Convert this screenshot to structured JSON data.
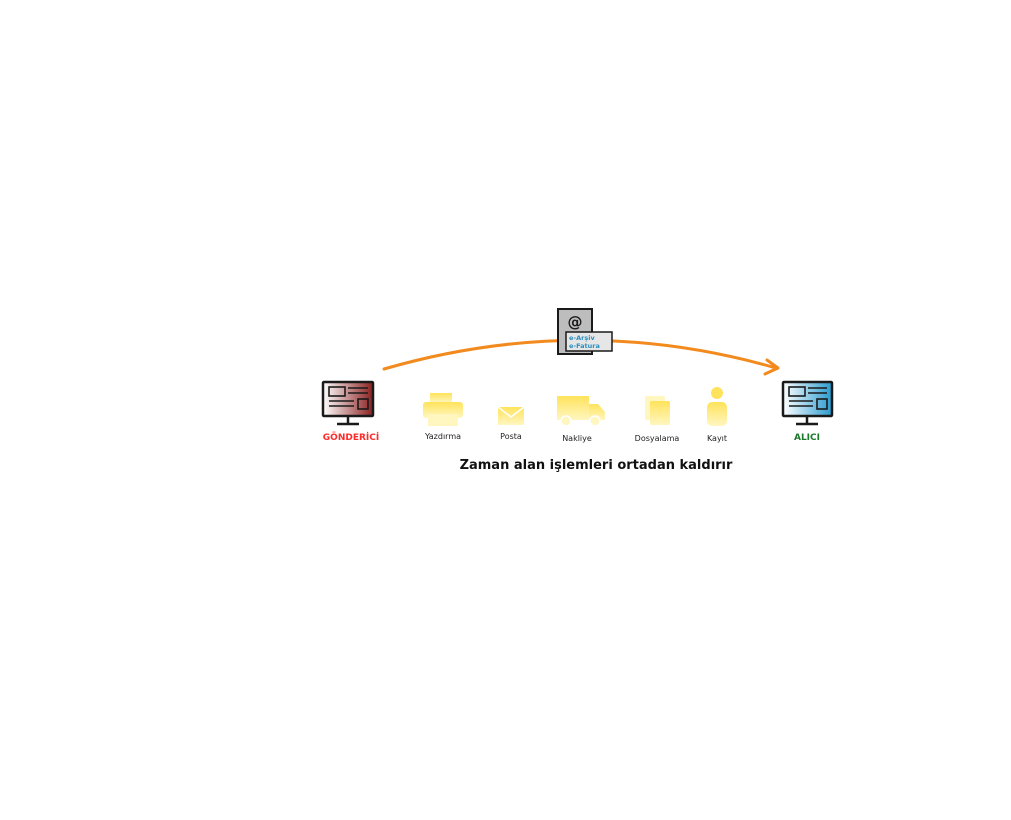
{
  "sender": {
    "label": "GÖNDERİCİ",
    "color": "#ff2a2a"
  },
  "receiver": {
    "label": "ALICI",
    "color": "#1a7a2a"
  },
  "document": {
    "symbol": "@",
    "tags": [
      "e-Arşiv",
      "e-Fatura"
    ]
  },
  "stations": [
    {
      "label": "Yazdırma",
      "icon": "printer-icon"
    },
    {
      "label": "Posta",
      "icon": "envelope-icon"
    },
    {
      "label": "Nakliye",
      "icon": "truck-icon"
    },
    {
      "label": "Dosyalama",
      "icon": "documents-icon"
    },
    {
      "label": "Kayıt",
      "icon": "person-icon"
    }
  ],
  "caption": "Zaman alan işlemleri ortadan kaldırır",
  "colors": {
    "arrow": "#f28a1e",
    "icon_yellow": "#ffe35c",
    "icon_fade": "#fff6c0"
  }
}
